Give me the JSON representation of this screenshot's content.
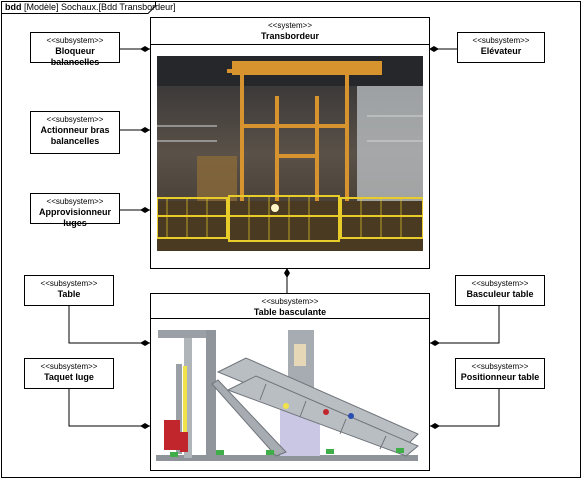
{
  "frame": {
    "kind": "bdd",
    "title": "[Modèle] Sochaux.[Bdd Transbordeur]"
  },
  "blocks": {
    "transbordeur": {
      "stereotype": "<<system>>",
      "name": "Transbordeur"
    },
    "table_basculante": {
      "stereotype": "<<subsystem>>",
      "name": "Table basculante"
    },
    "bloqueur": {
      "stereotype": "<<subsystem>>",
      "name": "Bloqueur balancelles"
    },
    "actionneur": {
      "stereotype": "<<subsystem>>",
      "name_lines": [
        "Actionneur bras",
        "balancelles"
      ]
    },
    "approvisionneur": {
      "stereotype": "<<subsystem>>",
      "name": "Approvisionneur luges"
    },
    "elevateur": {
      "stereotype": "<<subsystem>>",
      "name": "Elévateur"
    },
    "table": {
      "stereotype": "<<subsystem>>",
      "name": "Table"
    },
    "taquet": {
      "stereotype": "<<subsystem>>",
      "name": "Taquet luge"
    },
    "basculeur": {
      "stereotype": "<<subsystem>>",
      "name": "Basculeur table"
    },
    "positionneur": {
      "stereotype": "<<subsystem>>",
      "name": "Positionneur table"
    }
  },
  "colors": {
    "line": "#000000",
    "photo_orange": "#d7932e",
    "photo_yellow": "#e8cc2a",
    "machine_gray": "#9aa0a6",
    "machine_red": "#c0262c",
    "machine_green": "#3fae49",
    "machine_yellow": "#f0e24a"
  }
}
